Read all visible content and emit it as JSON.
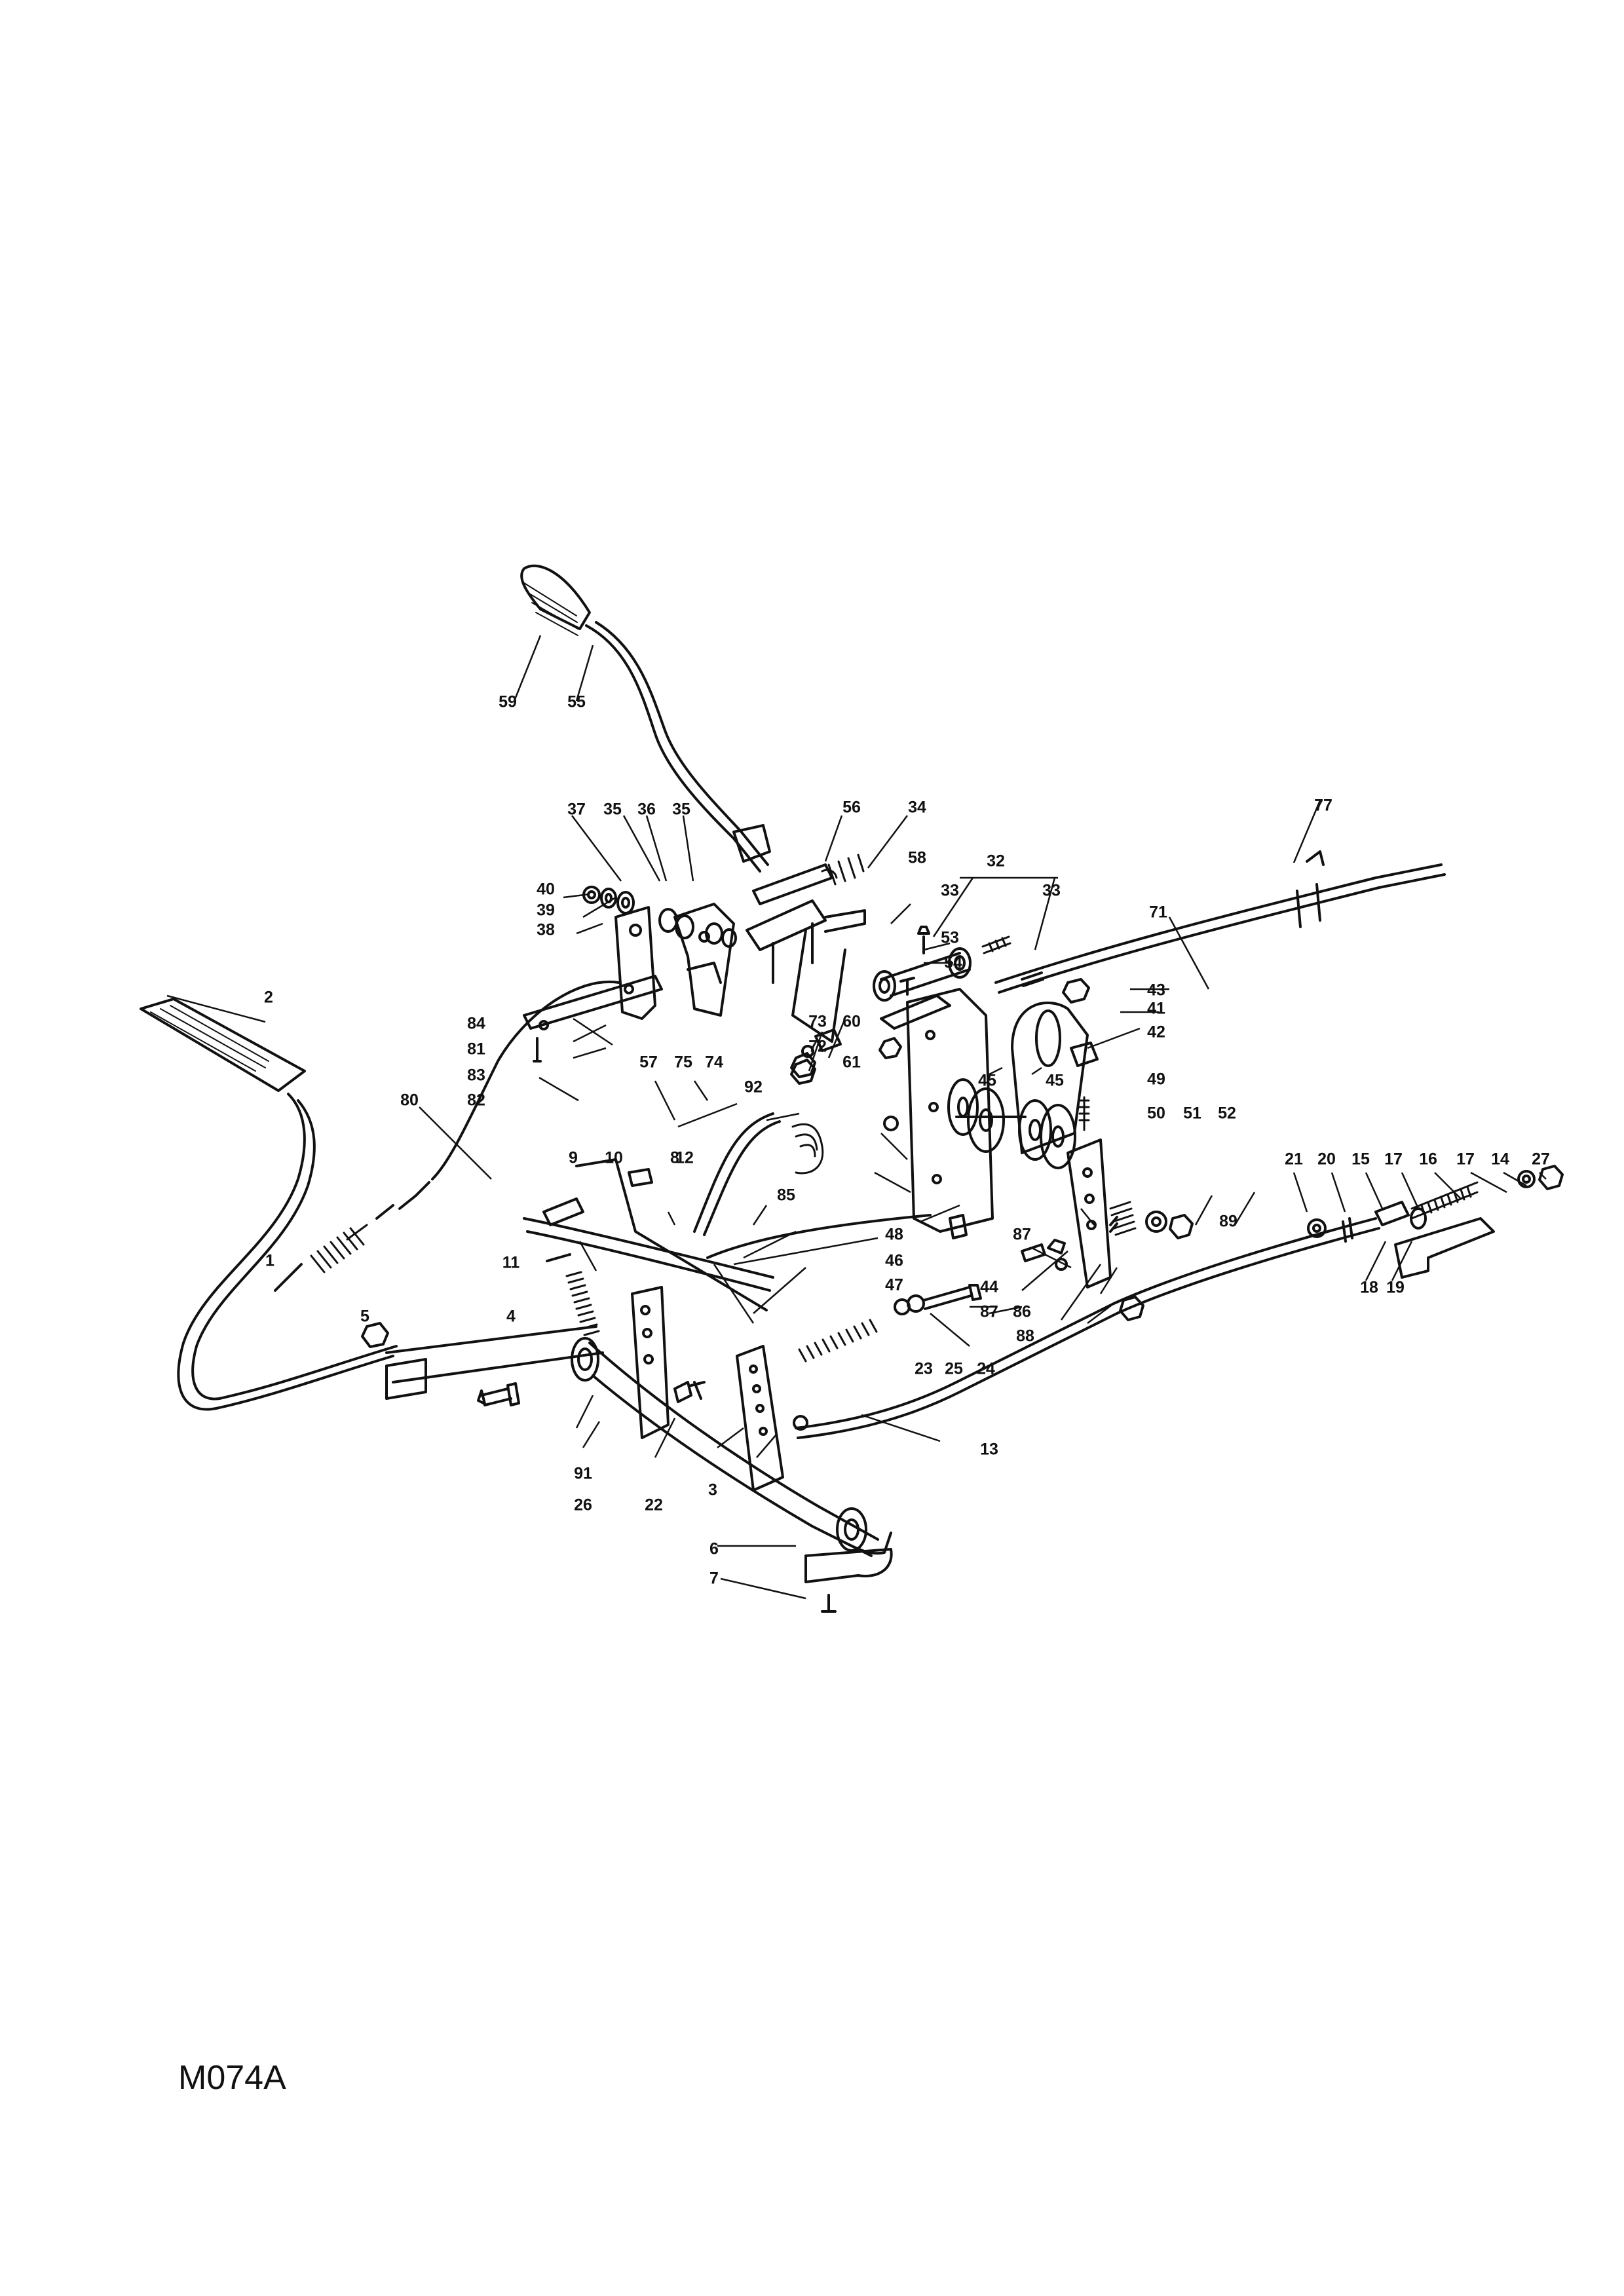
{
  "drawing": {
    "code": "M074A",
    "callouts": [
      "1",
      "2",
      "3",
      "4",
      "5",
      "6",
      "7",
      "8",
      "9",
      "10",
      "11",
      "12",
      "13",
      "14",
      "15",
      "16",
      "17",
      "17",
      "18",
      "19",
      "20",
      "21",
      "22",
      "23",
      "24",
      "25",
      "26",
      "27",
      "32",
      "33",
      "33",
      "34",
      "35",
      "35",
      "36",
      "37",
      "38",
      "39",
      "40",
      "41",
      "42",
      "43",
      "44",
      "45",
      "45",
      "46",
      "47",
      "48",
      "49",
      "50",
      "51",
      "52",
      "53",
      "54",
      "55",
      "56",
      "57",
      "58",
      "59",
      "60",
      "61",
      "71",
      "72",
      "73",
      "74",
      "75",
      "77",
      "80",
      "81",
      "82",
      "83",
      "84",
      "85",
      "86",
      "87",
      "87",
      "88",
      "89",
      "91",
      "92"
    ]
  },
  "colors": {
    "ink": "#111111",
    "paper": "#ffffff"
  }
}
